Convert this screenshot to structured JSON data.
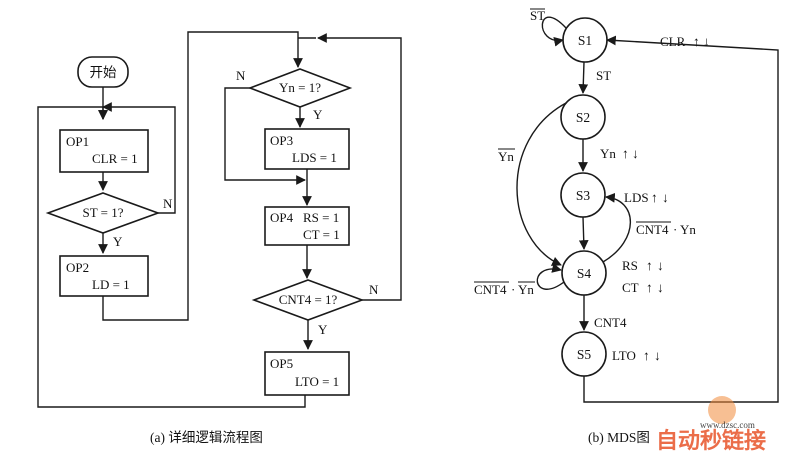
{
  "flowchart": {
    "start_label": "开始",
    "op1": {
      "title": "OP1",
      "text": "CLR = 1"
    },
    "decision_st": "ST = 1?",
    "op2": {
      "title": "OP2",
      "text": "LD = 1"
    },
    "decision_yn": "Yn = 1?",
    "op3": {
      "title": "OP3",
      "text": "LDS = 1"
    },
    "op4": {
      "title": "OP4",
      "line1": "RS = 1",
      "line2": "CT = 1"
    },
    "decision_cnt4": "CNT4 = 1?",
    "op5": {
      "title": "OP5",
      "text": "LTO = 1"
    },
    "yes": "Y",
    "no": "N",
    "caption": "(a)  详细逻辑流程图"
  },
  "state_diagram": {
    "states": [
      "S1",
      "S2",
      "S3",
      "S4",
      "S5"
    ],
    "st_bar": "ST",
    "st": "ST",
    "clr": "CLR",
    "yn": "Yn",
    "yn_bar": "Yn",
    "lds": "LDS",
    "cnt4_bar": "CNT4",
    "dot": "·",
    "rs": "RS",
    "ct": "CT",
    "cnt4": "CNT4",
    "lto": "LTO",
    "up": "↑",
    "down": "↓",
    "caption": "(b)  MDS图"
  },
  "watermark": {
    "text": "自动秒链接",
    "url": "www.dzsc.com",
    "brand_color": "#e8542a"
  }
}
